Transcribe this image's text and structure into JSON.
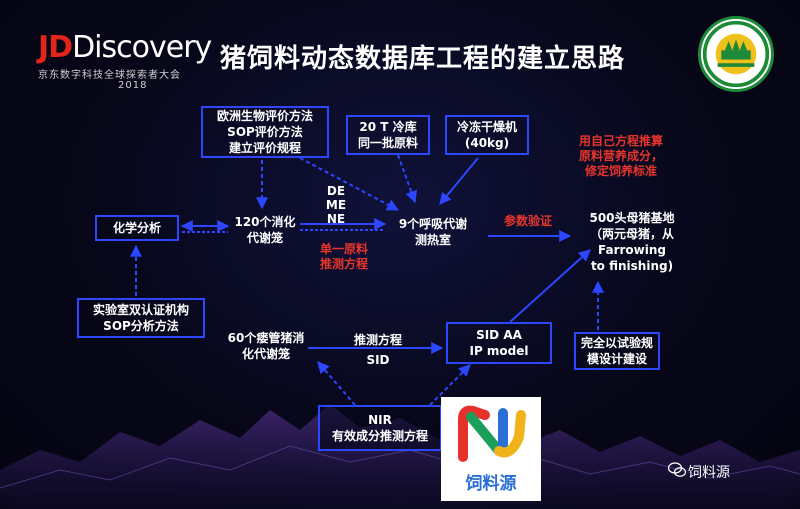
{
  "header": {
    "brand_jd": "JD",
    "brand_discovery": "Discovery",
    "brand_sub": "京东数字科技全球探索者大会",
    "brand_year": "2018",
    "title": "猪饲料动态数据库工程的建立思路"
  },
  "nodes": {
    "eval_method": [
      "欧洲生物评价方法",
      "SOP评价方法",
      "建立评价规程"
    ],
    "cold_storage": [
      "20 T 冷库",
      "同一批原料"
    ],
    "freeze_dryer": [
      "冷冻干燥机",
      "(40kg)"
    ],
    "chem_analysis": "化学分析",
    "digest_cages": [
      "120个消化",
      "代谢笼"
    ],
    "de_me_ne": [
      "DE",
      "ME",
      "NE"
    ],
    "single_material": [
      "单一原料",
      "推测方程"
    ],
    "respiration_rooms": [
      "9个呼吸代谢",
      "测热室"
    ],
    "param_validation": "参数验证",
    "sow_base": [
      "500头母猪基地",
      "（两元母猪，从",
      "Farrowing",
      "to finishing)"
    ],
    "own_equation": [
      "用自己方程推算",
      "原料营养成分，",
      "修定饲养标准"
    ],
    "lab_cert": [
      "实验室双认证机构",
      "SOP分析方法"
    ],
    "fistula_cages": [
      "60个瘘管猪消",
      "化代谢笼"
    ],
    "predict_sid": [
      "推测方程",
      "SID"
    ],
    "sid_model": [
      "SID AA",
      "IP model"
    ],
    "test_design": [
      "完全以试验规",
      "模设计建设"
    ],
    "nir": [
      "NIR",
      "有效成分推测方程"
    ]
  },
  "footer": {
    "brand_logo_text": "饲料源",
    "wechat_label": "饲料源"
  },
  "colors": {
    "box_border": "#2d46ff",
    "arrow": "#2d46ff",
    "highlight_red": "#e8352c",
    "jd_red": "#e1251b"
  },
  "icons": {
    "emblem": "circular-association-emblem",
    "brand_logo": "colored-n-logo",
    "wechat": "wechat-icon"
  }
}
